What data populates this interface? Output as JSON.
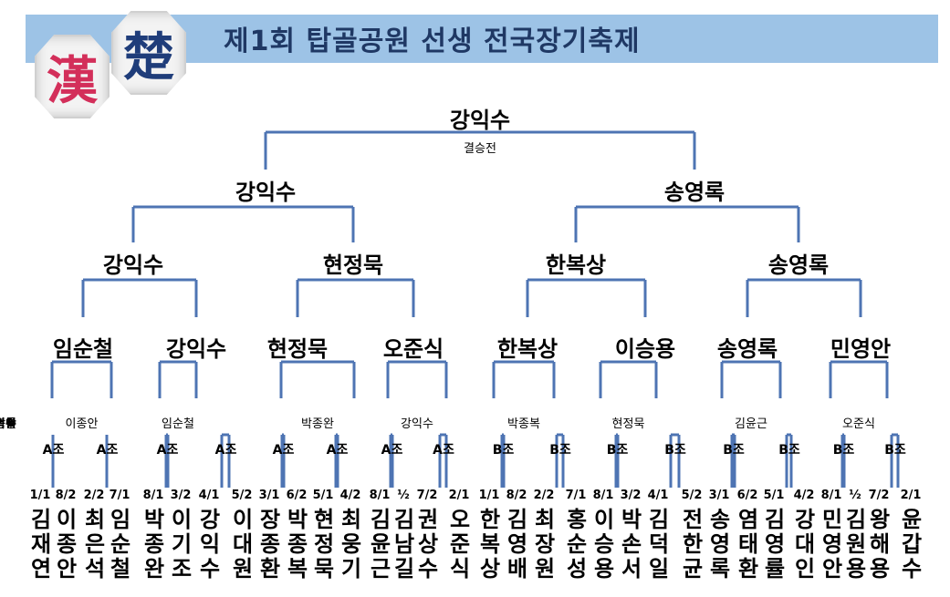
{
  "title": "제1회 탑골공원 선생 전국장기축제",
  "pieces": {
    "han": "漢",
    "cho": "楚"
  },
  "bracket": {
    "champion": "강익수",
    "final_label": "결승전",
    "semifinal": [
      "강익수",
      "송영록"
    ],
    "quarterfinal": [
      "강익수",
      "현정묵",
      "한복상",
      "송영록"
    ],
    "round_of_16": [
      "임순철",
      "강익수",
      "현정묵",
      "오준식",
      "한복상",
      "이승용",
      "송영록",
      "민영안"
    ],
    "round_of_32": [
      "이종안",
      "임순철",
      "박종완",
      "강익수",
      "박종복",
      "현정묵",
      "김윤근",
      "오준식",
      "한복상",
      "최장원",
      "이승용",
      "김덕일",
      "송영록",
      "김영률",
      "민영안",
      "윤갑수"
    ],
    "groups": [
      "A조",
      "A조",
      "A조",
      "A조",
      "A조",
      "A조",
      "A조",
      "A조",
      "B조",
      "B조",
      "B조",
      "B조",
      "B조",
      "B조",
      "B조",
      "B조"
    ]
  },
  "seeds": [
    "1/1",
    "8/2",
    "2/2",
    "7/1",
    "8/1",
    "3/2",
    "4/1",
    "5/2",
    "3/1",
    "6/2",
    "5/1",
    "4/2",
    "8/1",
    "½",
    "7/2",
    "2/1",
    "1/1",
    "8/2",
    "2/2",
    "7/1",
    "8/1",
    "3/2",
    "4/1",
    "5/2",
    "3/1",
    "6/2",
    "5/1",
    "4/2",
    "8/1",
    "½",
    "7/2",
    "2/1"
  ],
  "players": [
    "김재연",
    "이종안",
    "최은석",
    "임순철",
    "박종완",
    "이기조",
    "강익수",
    "이대원",
    "장종환",
    "박종복",
    "현정묵",
    "최웅기",
    "김윤근",
    "김남길",
    "권상수",
    "오준식",
    "한복상",
    "김영배",
    "최장원",
    "홍순성",
    "이승용",
    "박손서",
    "김덕일",
    "전한균",
    "송영록",
    "염태환",
    "김영률",
    "강대인",
    "민영안",
    "김원용",
    "왕해용",
    "윤갑수"
  ],
  "colors": {
    "line": "#4e74b3",
    "banner": "#9dc3e6",
    "title": "#1f3864"
  }
}
